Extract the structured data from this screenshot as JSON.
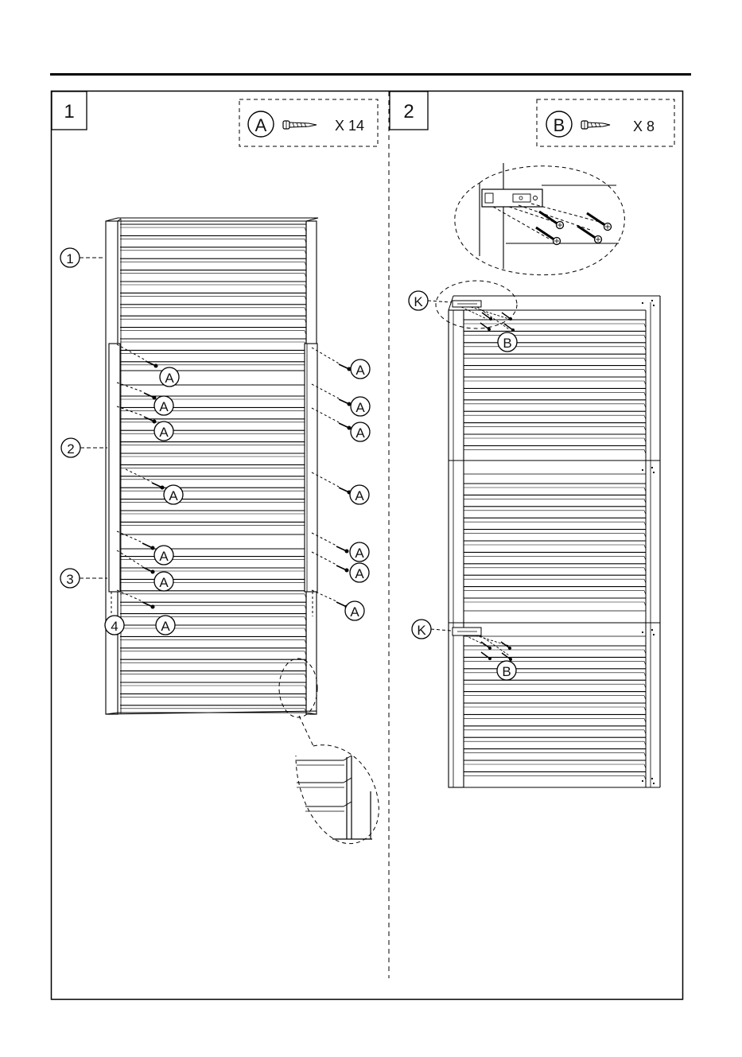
{
  "step1": {
    "number": "1",
    "hardware": {
      "letter": "A",
      "quantity": "X 14"
    },
    "part_labels": [
      "1",
      "2",
      "3",
      "4"
    ],
    "screw_label": "A"
  },
  "step2": {
    "number": "2",
    "hardware": {
      "letter": "B",
      "quantity": "X 8"
    },
    "bracket_label": "K",
    "screw_label": "B"
  }
}
